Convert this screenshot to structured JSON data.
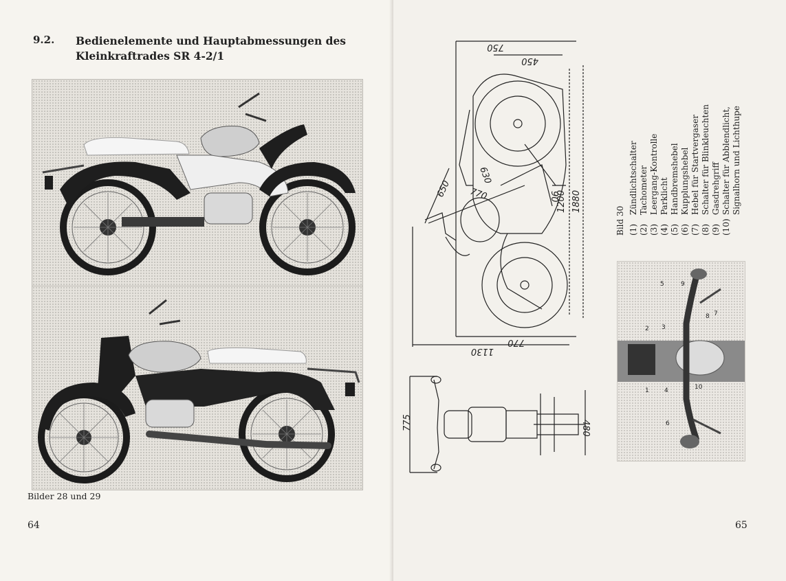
{
  "left_page": {
    "section_number": "9.2.",
    "section_title_line1": "Bedienelemente und Hauptabmessungen des",
    "section_title_line2": "Kleinkraftrades SR 4-2/1",
    "photo_caption": "Bilder 28 und 29",
    "page_number": "64"
  },
  "right_page": {
    "dimensions": {
      "d750": "750",
      "d450": "450",
      "d630": "630",
      "d650": "650",
      "d770_a": "770",
      "d90": "90",
      "d1200": "1200",
      "d1880": "1880",
      "d770_b": "770",
      "d1130": "1130",
      "d775": "775",
      "d480": "480"
    },
    "figure_caption": "Bild 30",
    "legend": [
      {
        "num": "(1)",
        "text": "Zündlichtschalter"
      },
      {
        "num": "(2)",
        "text": "Tachometer"
      },
      {
        "num": "(3)",
        "text": "Leergang-Kontrolle"
      },
      {
        "num": "(4)",
        "text": "Parklicht"
      },
      {
        "num": "(5)",
        "text": "Handbremshebel"
      },
      {
        "num": "(6)",
        "text": "Kupplungshebel"
      },
      {
        "num": "(7)",
        "text": "Hebel für Startvergaser"
      },
      {
        "num": "(8)",
        "text": "Schalter für Blinkleuchten"
      },
      {
        "num": "(9)",
        "text": "Gasdrehgriff"
      },
      {
        "num": "(10)",
        "text": "Schalter für Abblendlicht,"
      },
      {
        "num": "",
        "text": "Signalhorn und Lichthupe"
      }
    ],
    "callouts": [
      "1",
      "2",
      "3",
      "4",
      "5",
      "6",
      "7",
      "8",
      "9",
      "10"
    ],
    "page_number": "65"
  }
}
